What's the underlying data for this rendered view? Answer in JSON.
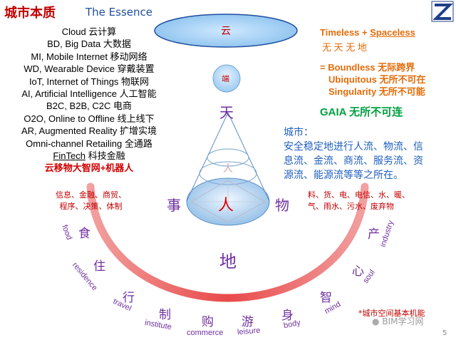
{
  "title": {
    "cn": "城市本质",
    "en": "The Essence"
  },
  "left_list": [
    "Cloud 云计算",
    "BD, Big Data 大数据",
    "MI, Mobile Internet 移动网络",
    "WD, Wearable Device 穿戴装置",
    "IoT, Internet of Things 物联网",
    "AI, Artificial Intelligence 人工智能",
    "B2C, B2B, C2C 电商",
    "O2O, Online to Offline 线上线下",
    "AR, Augmented Reality 扩增实境",
    "Omni-channel Retailing 全通路",
    "科技金融",
    "云移物大智网+机器人"
  ],
  "fintech_label": "FinTech",
  "right_top": {
    "timeless": "Timeless",
    "plus": "+",
    "spaceless": "Spaceless",
    "cn_line": "无 天    无 地",
    "boundless": "= Boundless 无际跨界",
    "ubiquitous": "Ubiquitous 无所不可在",
    "singularity": "Singularity  无所不可能"
  },
  "gaia": "GAIA 无所不可连",
  "city": {
    "label": "城市：",
    "lines": [
      "安全稳定地进行人流、物流、信",
      "息流、金流、商流、服务流、资",
      "源流、能源流等等之所在。"
    ]
  },
  "diagram": {
    "cloud": "云",
    "terminal": "端",
    "sky": "天",
    "person_small": "人",
    "person": "人",
    "affairs": "事",
    "things": "物",
    "earth": "地"
  },
  "services_left": [
    "信息、金融、商贸、",
    "程序、决策、体制"
  ],
  "services_right": [
    "料、货、电、电信、水、暖、",
    "气、雨水、污水、废弃物"
  ],
  "arc_items": [
    {
      "cn": "食",
      "en": "food"
    },
    {
      "cn": "住",
      "en": "residence"
    },
    {
      "cn": "行",
      "en": "travel"
    },
    {
      "cn": "制",
      "en": "institute"
    },
    {
      "cn": "购",
      "en": "commerce"
    },
    {
      "cn": "游",
      "en": "leisure"
    },
    {
      "cn": "身",
      "en": "body"
    },
    {
      "cn": "智",
      "en": "mind"
    },
    {
      "cn": "心",
      "en": "soul"
    },
    {
      "cn": "产",
      "en": "industry"
    }
  ],
  "note": "*城市空间基本机能",
  "watermark": "BIM学习网",
  "page_number": "5",
  "colors": {
    "red": "#c00000",
    "purple": "#7030a0",
    "blue": "#1f4e9c",
    "orange": "#e36c09",
    "green": "#00a040",
    "arc": "#f08080"
  }
}
